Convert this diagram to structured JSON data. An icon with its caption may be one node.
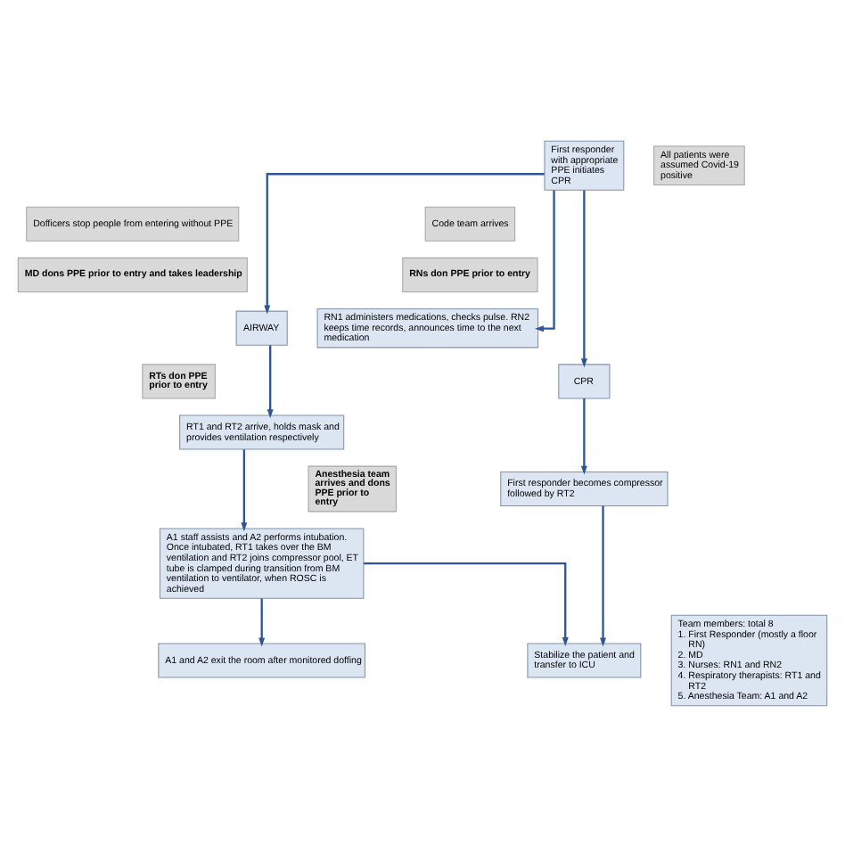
{
  "diagram": {
    "nodes": [
      {
        "text": [
          "First responder with appropriate PPE initiates CPR"
        ]
      },
      {
        "text": [
          "All patients were assumed Covid-19 positive"
        ]
      },
      {
        "text": [
          "Dofficers stop people from entering without PPE"
        ]
      },
      {
        "text": [
          "Code team arrives"
        ]
      },
      {
        "text": [
          "MD dons PPE prior to entry and takes leadership"
        ]
      },
      {
        "text": [
          "RNs don PPE prior to entry"
        ]
      },
      {
        "text": [
          "AIRWAY"
        ]
      },
      {
        "text": [
          "RN1 administers medications, checks pulse. RN2 keeps time records, announces time to the next medication"
        ]
      },
      {
        "text": [
          "RTs don PPE prior to entry"
        ]
      },
      {
        "text": [
          "CPR"
        ]
      },
      {
        "text": [
          "RT1 and RT2 arrive, holds mask and provides ventilation respectively"
        ]
      },
      {
        "text": [
          "Anesthesia team arrives and dons PPE prior to entry"
        ]
      },
      {
        "text": [
          "First responder becomes compressor followed by RT2"
        ]
      },
      {
        "text": [
          "A1 staff assists and A2 performs intubation. Once intubated, RT1 takes over the BM ventilation and RT2 joins compressor pool, ET tube is clamped during transition from BM ventilation to ventilator, when ROSC is achieved"
        ]
      },
      {
        "text": [
          "A1 and A2 exit the room after monitored doffing"
        ]
      },
      {
        "text": [
          "Stabilize the patient and transfer to ICU"
        ]
      },
      {
        "text": [
          "Team members: total 8",
          "1. First Responder (mostly a floor RN)",
          "2. MD",
          "3. Nurses: RN1 and RN2",
          "4. Respiratory therapists: RT1 and RT2",
          "5. Anesthesia Team: A1 and A2"
        ]
      }
    ],
    "edges": [
      {
        "from": 0,
        "to": 6,
        "arrow": "to"
      },
      {
        "from": 0,
        "to": 7,
        "arrow": "to"
      },
      {
        "from": 0,
        "to": 9,
        "arrow": "to"
      },
      {
        "from": 6,
        "to": 10,
        "arrow": "to"
      },
      {
        "from": 10,
        "to": 13,
        "arrow": "to"
      },
      {
        "from": 13,
        "to": 14,
        "arrow": "to"
      },
      {
        "from": 9,
        "to": 12,
        "arrow": "to"
      },
      {
        "from": 12,
        "to": 15,
        "arrow": "to"
      },
      {
        "from": 13,
        "to": 15,
        "arrow": "to"
      }
    ]
  }
}
